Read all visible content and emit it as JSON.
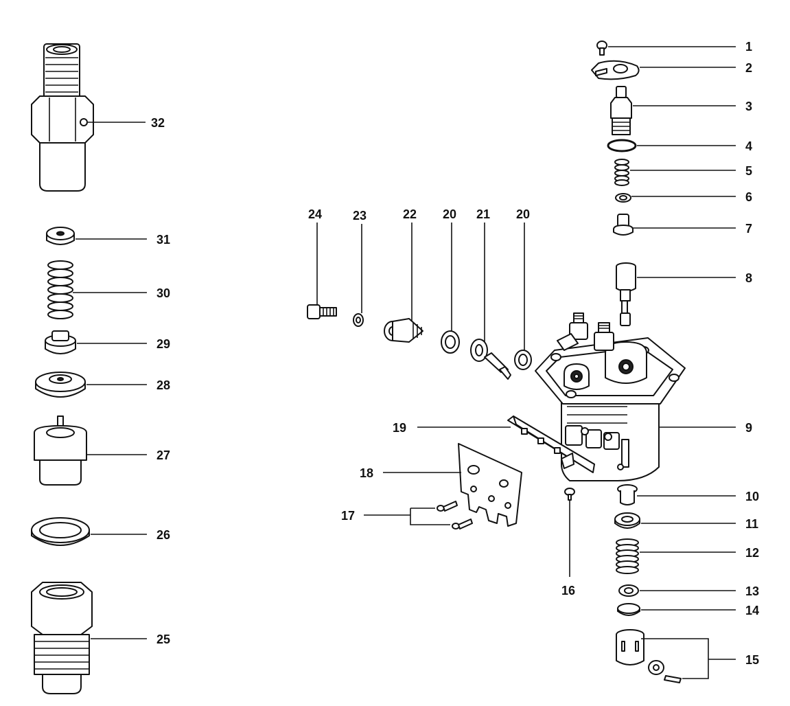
{
  "callouts": {
    "c1": "1",
    "c2": "2",
    "c3": "3",
    "c4": "4",
    "c5": "5",
    "c6": "6",
    "c7": "7",
    "c8": "8",
    "c9": "9",
    "c10": "10",
    "c11": "11",
    "c12": "12",
    "c13": "13",
    "c14": "14",
    "c15": "15",
    "c16": "16",
    "c17": "17",
    "c18": "18",
    "c19": "19",
    "c20a": "20",
    "c20b": "20",
    "c21": "21",
    "c22": "22",
    "c23": "23",
    "c24": "24",
    "c25": "25",
    "c26": "26",
    "c27": "27",
    "c28": "28",
    "c29": "29",
    "c30": "30",
    "c31": "31",
    "c32": "32"
  }
}
